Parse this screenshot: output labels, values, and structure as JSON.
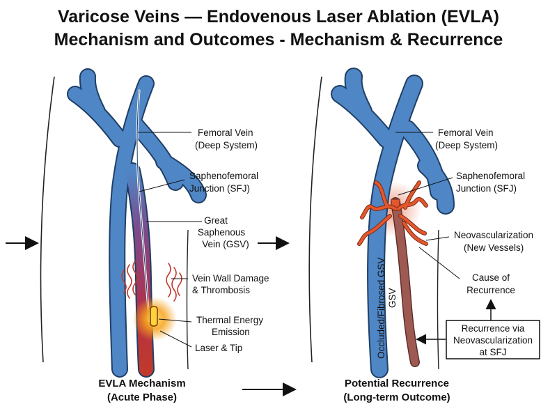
{
  "title": {
    "line1": "Varicose Veins — Endovenous Laser Ablation (EVLA)",
    "line2": "Mechanism and Outcomes - Mechanism & Recurrence"
  },
  "left_panel": {
    "femoral_l1": "Femoral Vein",
    "femoral_l2": "(Deep System)",
    "sfj_l1": "Saphenofemoral",
    "sfj_l2": "Junction (SFJ)",
    "gsv_l1": "Great",
    "gsv_l2": "Saphenous",
    "gsv_l3": "Vein (GSV)",
    "damage_l1": "Vein Wall Damage",
    "damage_l2": "& Thrombosis",
    "thermal_l1": "Thermal Energy",
    "thermal_l2": "Emission",
    "laser": "Laser & Tip",
    "caption_l1": "EVLA Mechanism",
    "caption_l2": "(Acute Phase)"
  },
  "right_panel": {
    "femoral_l1": "Femoral Vein",
    "femoral_l2": "(Deep System)",
    "sfj_l1": "Saphenofemoral",
    "sfj_l2": "Junction (SFJ)",
    "neo_l1": "Neovascularization",
    "neo_l2": "(New Vessels)",
    "cause_l1": "Cause of",
    "cause_l2": "Recurrence",
    "box_l1": "Recurrence via",
    "box_l2": "Neovascularization",
    "box_l3": "at SFJ",
    "occluded_l1": "Occluded/Fibrosed GSV",
    "occluded_l2": "GSV",
    "caption_l1": "Potential Recurrence",
    "caption_l2": "(Long-term Outcome)"
  },
  "colors": {
    "vein_fill": "#4f86c6",
    "vein_stroke": "#1f3f66",
    "heat": "#f4a21c",
    "damage": "#c0392b",
    "neovessel": "#e4572e",
    "fibrosed": "#9e5a52"
  }
}
